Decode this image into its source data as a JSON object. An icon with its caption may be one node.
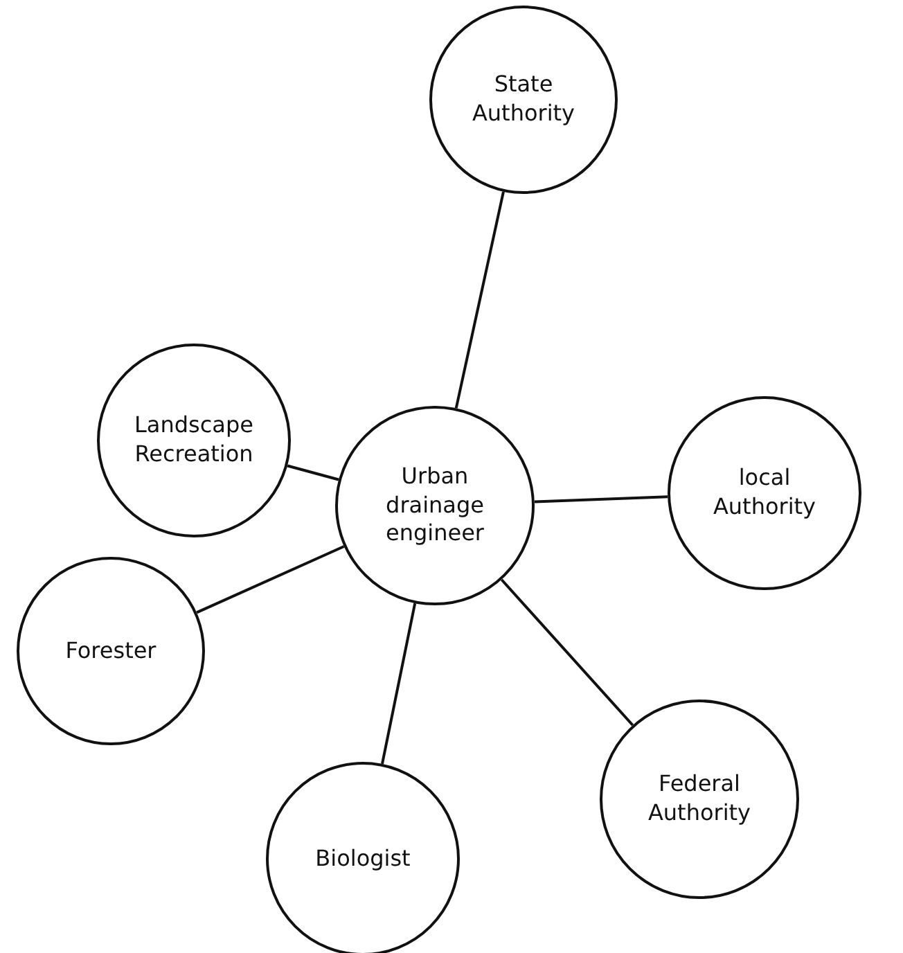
{
  "diagram": {
    "nodes": [
      {
        "text": [
          "State Authority"
        ]
      },
      {
        "text": [
          "Landscape Recreation"
        ]
      },
      {
        "text": [
          "Urban drainage engineer"
        ]
      },
      {
        "text": [
          "local Authority"
        ]
      },
      {
        "text": [
          "Forester"
        ]
      },
      {
        "text": [
          "Federal Authority"
        ]
      },
      {
        "text": [
          "Biologist"
        ]
      }
    ],
    "edges": [
      {
        "from": 2,
        "to": 0,
        "arrow": "none"
      },
      {
        "from": 2,
        "to": 1,
        "arrow": "none"
      },
      {
        "from": 2,
        "to": 3,
        "arrow": "none"
      },
      {
        "from": 2,
        "to": 4,
        "arrow": "none"
      },
      {
        "from": 2,
        "to": 5,
        "arrow": "none"
      },
      {
        "from": 2,
        "to": 6,
        "arrow": "none"
      }
    ]
  }
}
